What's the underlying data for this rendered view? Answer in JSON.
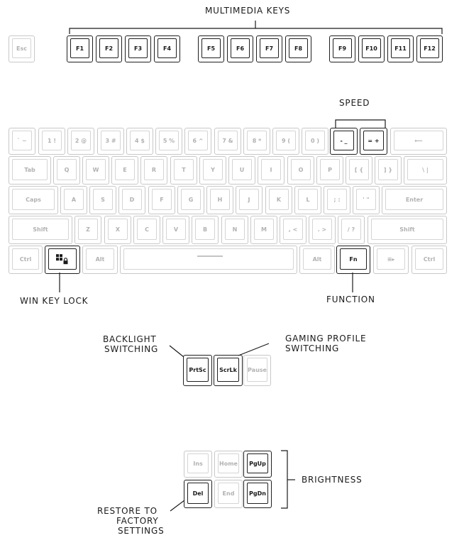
{
  "labels": {
    "multimedia": "MULTIMEDIA KEYS",
    "speed": "SPEED",
    "win_key_lock": "WIN KEY LOCK",
    "function": "FUNCTION",
    "backlight_1": "BACKLIGHT",
    "backlight_2": "SWITCHING",
    "gaming_1": "GAMING PROFILE",
    "gaming_2": "SWITCHING",
    "brightness": "BRIGHTNESS",
    "restore_1": "RESTORE TO",
    "restore_2": "FACTORY",
    "restore_3": "SETTINGS"
  },
  "keys": {
    "esc": "Esc",
    "f": [
      "F1",
      "F2",
      "F3",
      "F4",
      "F5",
      "F6",
      "F7",
      "F8",
      "F9",
      "F10",
      "F11",
      "F12"
    ],
    "row1": [
      "` ~",
      "1 !",
      "2 @",
      "3 #",
      "4 $",
      "5 %",
      "6 ^",
      "7 &",
      "8 *",
      "9 (",
      "0 )",
      "- _",
      "= +",
      "⟵"
    ],
    "row2": [
      "Tab",
      "Q",
      "W",
      "E",
      "R",
      "T",
      "Y",
      "U",
      "I",
      "O",
      "P",
      "[ {",
      "] }",
      "\\ |"
    ],
    "row3": [
      "Caps",
      "A",
      "S",
      "D",
      "F",
      "G",
      "H",
      "J",
      "K",
      "L",
      "; :",
      "' \"",
      "Enter"
    ],
    "row4": [
      "Shift",
      "Z",
      "X",
      "C",
      "V",
      "B",
      "N",
      "M",
      ", <",
      ". >",
      "/ ?",
      "Shift"
    ],
    "row5": [
      "Ctrl",
      "",
      "Alt",
      "",
      "Alt",
      "Fn",
      "≡▸",
      "Ctrl"
    ],
    "nav_top": [
      "PrtSc",
      "ScrLk",
      "Pause"
    ],
    "nav_mid": [
      "Ins",
      "Home",
      "PgUp"
    ],
    "nav_bot": [
      "Del",
      "End",
      "PgDn"
    ]
  }
}
